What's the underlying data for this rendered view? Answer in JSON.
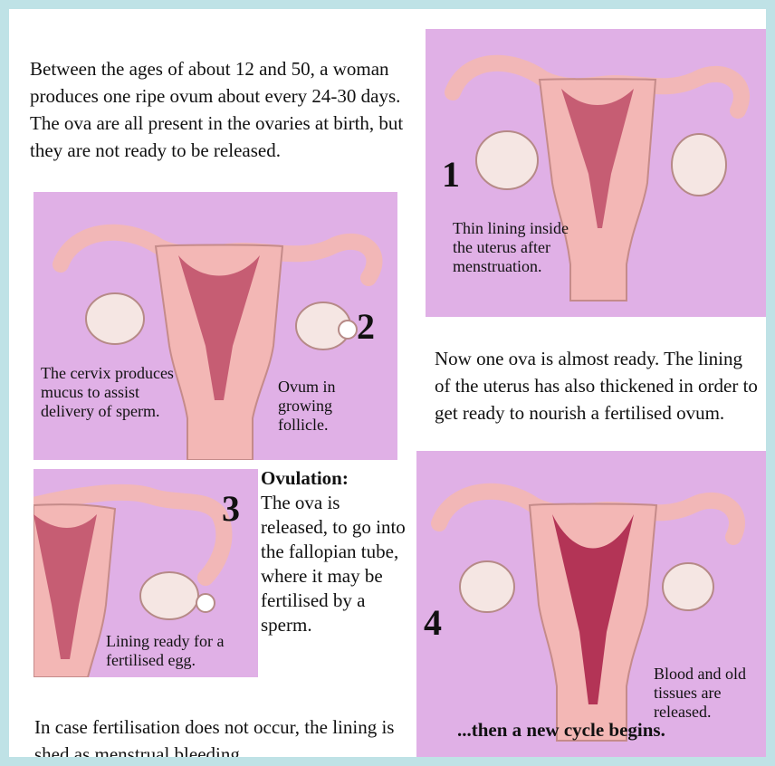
{
  "intro": "Between the ages of about 12 and 50, a woman produces one ripe ovum about every 24-30 days. The ova are all present in the ovaries at birth, but they are not ready to be released.",
  "panel1": {
    "number": "1",
    "label": "Thin lining inside the uterus after menstruation."
  },
  "mid_text": "Now one ova is almost ready. The lining of the uterus has also thickened in order to get ready to nourish a fertilised ovum.",
  "panel2": {
    "number": "2",
    "cervix_label": "The cervix produces mucus to assist delivery of sperm.",
    "ovum_label": "Ovum in growing follicle."
  },
  "panel3": {
    "number": "3",
    "label": "Lining ready for a fertilised egg."
  },
  "ovulation": {
    "heading": "Ovulation:",
    "body": "The ova is released, to go into the fallopian tube, where it may be fertilised by a sperm."
  },
  "bottom_text": "In case fertilisation does not occur, the lining is shed as menstrual bleeding.",
  "panel4": {
    "number": "4",
    "label": "Blood and old tissues are released.",
    "caption": "...then a new cycle begins."
  },
  "colors": {
    "panel": "#e0b0e6",
    "organ": "#f3b7b5",
    "lining": "#c65d73",
    "ovary": "#f5e6e3",
    "tube": "#f2b7b7",
    "background": "#bfe2e6"
  }
}
